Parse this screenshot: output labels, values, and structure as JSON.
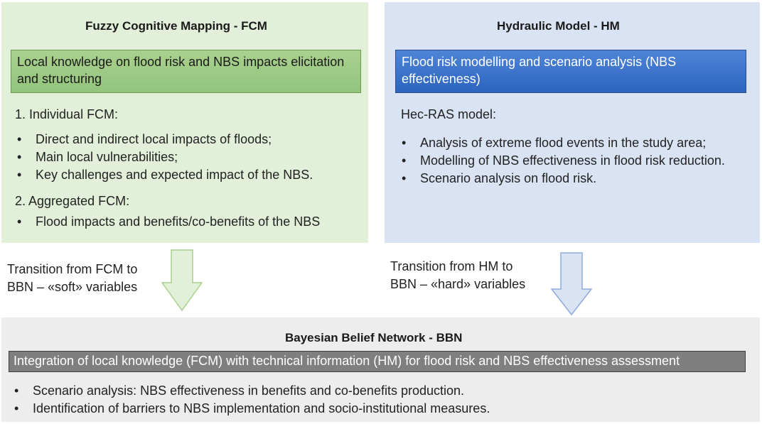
{
  "fcm": {
    "title": "Fuzzy Cognitive Mapping - FCM",
    "headline": "Local knowledge on flood risk and NBS impacts elicitation and structuring",
    "section1": "1. Individual FCM:",
    "section1_items": [
      "Direct and indirect local impacts of floods;",
      "Main local vulnerabilities;",
      "Key challenges and expected impact of the NBS."
    ],
    "section2": "2. Aggregated FCM:",
    "section2_items": [
      "Flood impacts and benefits/co-benefits of the NBS"
    ],
    "fill_color": "#e2efd9",
    "headline_color": "#a9d18e"
  },
  "hm": {
    "title": "Hydraulic Model - HM",
    "headline": "Flood risk modelling and scenario analysis (NBS effectiveness)",
    "section1": "Hec-RAS model:",
    "section1_items": [
      "Analysis of extreme flood events in the study area;",
      "Modelling of NBS effectiveness in flood risk reduction.",
      "Scenario analysis on flood risk."
    ],
    "fill_color": "#dae3f3",
    "headline_color": "#2c64bf"
  },
  "transitions": {
    "fcm_line1": "Transition from FCM to",
    "fcm_line2": "BBN – «soft» variables",
    "hm_line1": "Transition from HM to",
    "hm_line2": "BBN – «hard» variables"
  },
  "bbn": {
    "title": "Bayesian Belief Network - BBN",
    "headline": "Integration of local knowledge (FCM) with technical information (HM) for flood risk and NBS effectiveness assessment",
    "items": [
      "Scenario analysis: NBS effectiveness in benefits and co-benefits production.",
      "Identification of barriers to NBS implementation and socio-institutional measures."
    ],
    "fill_color": "#ededed",
    "headline_color": "#7f7f7f"
  },
  "bullet": "•",
  "arrow_colors": {
    "fcm_fill": "#e2efd9",
    "fcm_stroke": "#a9d18e",
    "hm_fill": "#dae3f3",
    "hm_stroke": "#8faadc"
  }
}
